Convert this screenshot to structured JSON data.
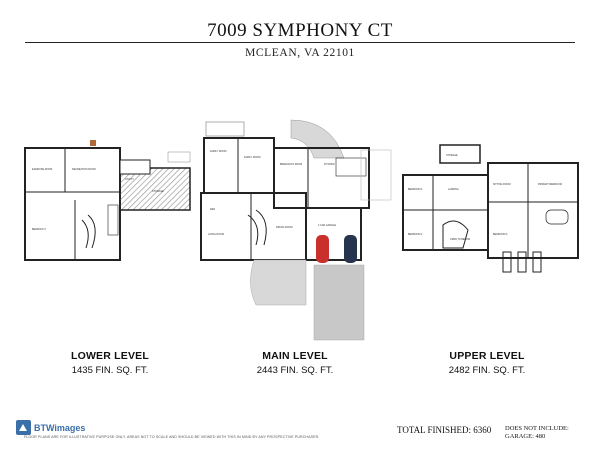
{
  "header": {
    "address": "7009 SYMPHONY CT",
    "city": "MCLEAN, VA 22101"
  },
  "levels": [
    {
      "name": "LOWER LEVEL",
      "area": "1435 FIN. SQ. FT."
    },
    {
      "name": "MAIN LEVEL",
      "area": "2443 FIN. SQ. FT."
    },
    {
      "name": "UPPER LEVEL",
      "area": "2482 FIN. SQ. FT."
    }
  ],
  "footer": {
    "brand": "BTWimages",
    "disclaimer": "FLOOR PLANS ARE FOR ILLUSTRATIVE PURPOSE ONLY. AREAS NOT TO SCALE AND SHOULD BE VIEWED WITH THIS IN MIND BY ANY PROSPECTIVE PURCHASER.",
    "total": "TOTAL FINISHED: 6360",
    "excludes": "DOES NOT INCLUDE:",
    "garage": "GARAGE: 480"
  },
  "colors": {
    "wall": "#222222",
    "hatch": "#9a9a9a",
    "car_red": "#c9302c",
    "car_navy": "#27344e",
    "driveway": "#c8c8c8",
    "brand": "#3a6fa8"
  }
}
